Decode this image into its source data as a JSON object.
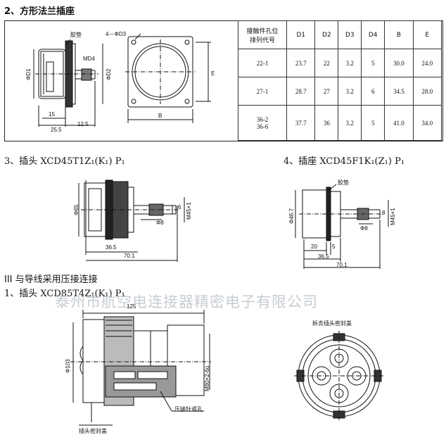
{
  "section2": {
    "title": "2、方形法兰插座",
    "labels": {
      "gasket": "胶垫",
      "holes": "4－ΦD3",
      "md4": "MD4",
      "d1": "ΦD1",
      "d2": "ΦD2",
      "e": "E",
      "b": "B",
      "dim15": "15",
      "dim25_5": "25.5",
      "dim12_5": "12.5"
    },
    "table": {
      "header": [
        "接触件孔位\n排列代号",
        "D1",
        "D2",
        "D3",
        "D4",
        "B",
        "E"
      ],
      "rows": [
        [
          "22-1",
          "23.7",
          "22",
          "3.2",
          "5",
          "30.0",
          "24.0"
        ],
        [
          "27-1",
          "28.7",
          "27",
          "3.2",
          "6",
          "34.5",
          "28.0"
        ],
        [
          "36-2\n36-6",
          "37.7",
          "36",
          "3.2",
          "5",
          "41.0",
          "34.0"
        ]
      ]
    }
  },
  "section3": {
    "title": "3、插头 XCD45T1Z₁(K₁) P₁",
    "labels": {
      "d65": "Φ65",
      "m45": "M45×1",
      "six": "6",
      "d8": "Φ8",
      "dim36_5": "36.5",
      "dim70_1": "70.1"
    }
  },
  "section4": {
    "title": "4、插座 XCD45F1K₁(Z₁) P₁",
    "labels": {
      "gasket": "胶垫",
      "d46_7": "Φ46.7",
      "eight": "8",
      "m45": "M45×1",
      "d8": "Φ8",
      "dim20": "20",
      "dim5": "5",
      "dim36_5": "36.5",
      "dim70_1": "70.1"
    }
  },
  "sectionIII": {
    "heading": "III 与导线采用压接连接",
    "sub1": "1、插头 XCD85T4Z₁(K₁) P₁",
    "labels": {
      "dim125": "125",
      "d103": "Φ103",
      "m80": "M80×2-6g",
      "crimp": "压接针或孔",
      "cap": "插头密封盖",
      "remove": "拆去插头密封盖"
    }
  },
  "watermark": "泰州市航空电连接器精密电子有限公司"
}
